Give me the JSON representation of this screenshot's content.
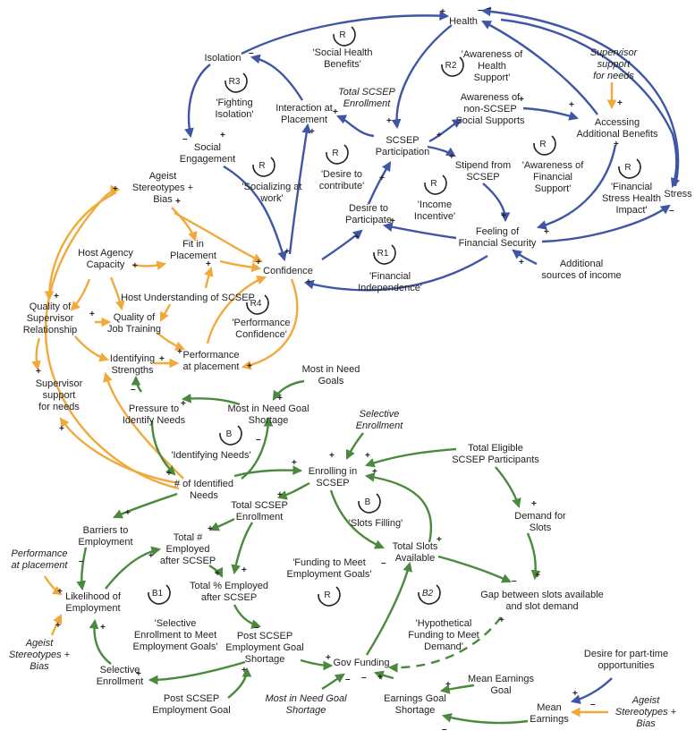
{
  "colors": {
    "blue": "#3f56a6",
    "orange": "#f2a93b",
    "green": "#4a8a3c",
    "text": "#222222"
  },
  "nodes": {
    "health": "Health",
    "isolation": "Isolation",
    "interaction": [
      "Interaction at",
      "Placement"
    ],
    "social_engagement": [
      "Social",
      "Engagement"
    ],
    "scsep_enrollment_total": [
      "Total SCSEP",
      "Enrollment"
    ],
    "scsep_participation": [
      "SCSEP",
      "Participation"
    ],
    "awareness_non_scsep": [
      "Awareness of",
      "non-SCSEP",
      "Social Supports"
    ],
    "supervisor_support_top": [
      "Supervisor",
      "support",
      "for needs"
    ],
    "accessing_benefits": [
      "Accessing",
      "Additional Benefits"
    ],
    "stipend": [
      "Stipend from",
      "SCSEP"
    ],
    "stress": "Stress",
    "desire_participate": [
      "Desire to",
      "Participate"
    ],
    "financial_security": [
      "Feeling of",
      "Financial Security"
    ],
    "additional_income": [
      "Additional",
      "sources of income"
    ],
    "ageist": [
      "Ageist",
      "Stereotypes +",
      "Bias"
    ],
    "host_capacity": [
      "Host Agency",
      "Capacity"
    ],
    "fit_placement": [
      "Fit in",
      "Placement"
    ],
    "confidence": "Confidence",
    "host_understanding": "Host Understanding of SCSEP",
    "quality_supervisor": [
      "Quality of",
      "Supervisor",
      "Relationship"
    ],
    "quality_training": [
      "Quality of",
      "Job Training"
    ],
    "identifying_strengths": [
      "Identifying",
      "Strengths"
    ],
    "performance": [
      "Performance",
      "at placement"
    ],
    "supervisor_support": [
      "Supervisor",
      "support",
      "for needs"
    ],
    "most_in_need_goals": [
      "Most in Need",
      "Goals"
    ],
    "pressure_identify": [
      "Pressure to",
      "Identify Needs"
    ],
    "most_in_need_shortage": [
      "Most in Need Goal",
      "Shortage"
    ],
    "selective_enrollment_top": [
      "Selective",
      "Enrollment"
    ],
    "total_eligible": [
      "Total Eligible",
      "SCSEP Participants"
    ],
    "identified_needs": [
      "# of Identified",
      "Needs"
    ],
    "enrolling": [
      "Enrolling in",
      "SCSEP"
    ],
    "total_scsep_enrollment": [
      "Total SCSEP",
      "Enrollment"
    ],
    "demand_slots": [
      "Demand for",
      "Slots"
    ],
    "barriers": [
      "Barriers to",
      "Employment"
    ],
    "total_employed": [
      "Total #",
      "Employed",
      "after SCSEP"
    ],
    "total_slots": [
      "Total Slots",
      "Available"
    ],
    "funding_goals": [
      "'Funding to Meet",
      "Employment Goals'"
    ],
    "performance_italic": [
      "Performance",
      "at placement"
    ],
    "likelihood": [
      "Likelihood of",
      "Employment"
    ],
    "pct_employed": [
      "Total % Employed",
      "after SCSEP"
    ],
    "gap": [
      "Gap between slots available",
      "and slot demand"
    ],
    "ageist_italic": [
      "Ageist",
      "Stereotypes +",
      "Bias"
    ],
    "post_shortage": [
      "Post SCSEP",
      "Employment Goal",
      "Shortage"
    ],
    "selective_enrollment": [
      "Selective",
      "Enrollment"
    ],
    "gov_funding": "Gov Funding",
    "desire_part_time": [
      "Desire for part-time",
      "opportunities"
    ],
    "mean_earnings_goal": [
      "Mean Earnings",
      "Goal"
    ],
    "post_goal": [
      "Post SCSEP",
      "Employment Goal"
    ],
    "most_in_need_italic": [
      "Most in Need Goal",
      "Shortage"
    ],
    "earnings_shortage": [
      "Earnings Goal",
      "Shortage"
    ],
    "mean_earnings": [
      "Mean",
      "Earnings"
    ],
    "ageist_bottom": [
      "Ageist",
      "Stereotypes +",
      "Bias"
    ]
  },
  "loops": [
    {
      "id": "R",
      "name": [
        "'Social Health",
        "Benefits'"
      ]
    },
    {
      "id": "R2",
      "name": [
        "'Awareness of",
        "Health",
        "Support'"
      ]
    },
    {
      "id": "R3",
      "name": [
        "'Fighting",
        "Isolation'"
      ]
    },
    {
      "id": "R",
      "name": [
        "'Desire to",
        "contribute'"
      ]
    },
    {
      "id": "R",
      "name": [
        "'Socializing at",
        "work'"
      ]
    },
    {
      "id": "R",
      "name": [
        "'Awareness of",
        "Financial",
        "Support'"
      ]
    },
    {
      "id": "R",
      "name": [
        "'Income",
        "Incentive'"
      ]
    },
    {
      "id": "R",
      "name": [
        "'Financial",
        "Stress Health",
        "Impact'"
      ]
    },
    {
      "id": "R1",
      "name": [
        "'Financial",
        "Independence'"
      ]
    },
    {
      "id": "R4",
      "name": [
        "'Performance",
        "Confidence'"
      ]
    },
    {
      "id": "B",
      "name": [
        "'Identifying Needs'"
      ]
    },
    {
      "id": "B",
      "name": [
        "'Slots Filling'"
      ]
    },
    {
      "id": "R",
      "name": []
    },
    {
      "id": "B1",
      "name": [
        "'Selective",
        "Enrollment to Meet",
        "Employment Goals'"
      ]
    },
    {
      "id": "B2",
      "name": [
        "'Hypothetical",
        "Funding to Meet",
        "Demand'"
      ]
    }
  ],
  "polarity": {
    "plus": "+",
    "minus": "–"
  }
}
